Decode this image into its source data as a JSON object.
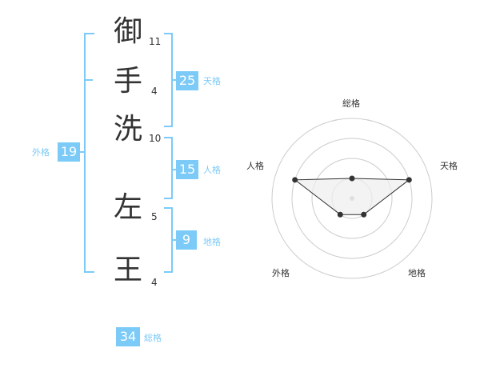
{
  "name": {
    "characters": [
      {
        "char": "御",
        "strokes": "11"
      },
      {
        "char": "手",
        "strokes": "4"
      },
      {
        "char": "洗",
        "strokes": "10"
      },
      {
        "char": "左",
        "strokes": "5"
      },
      {
        "char": "王",
        "strokes": "4"
      }
    ]
  },
  "fortune": {
    "tenkaku": {
      "value": "25",
      "label": "天格"
    },
    "jinkaku": {
      "value": "15",
      "label": "人格"
    },
    "chikaku": {
      "value": "9",
      "label": "地格"
    },
    "gaikaku": {
      "value": "19",
      "label": "外格"
    },
    "soukaku": {
      "value": "34",
      "label": "総格"
    }
  },
  "radar": {
    "axis_labels": [
      "総格",
      "天格",
      "地格",
      "外格",
      "人格"
    ],
    "levels": 4,
    "max": 4,
    "values": [
      1,
      3,
      1,
      1,
      3
    ]
  },
  "colors": {
    "accent": "#7ccaf7",
    "text": "#333333",
    "grid": "#cccccc",
    "polygon_fill": "#eeeeee"
  }
}
